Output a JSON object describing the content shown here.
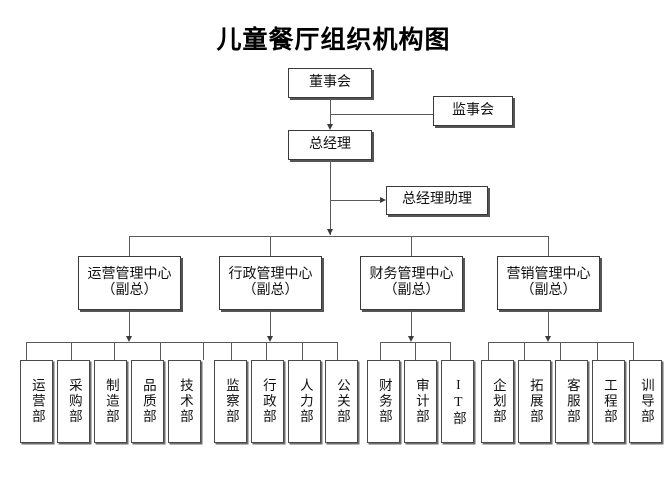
{
  "page": {
    "title": "儿童餐厅组织机构图",
    "background_color": "#ffffff",
    "box_border_color": "#4a4a4a",
    "line_color": "#5a5a5a"
  },
  "nodes": {
    "board": {
      "label": "董事会"
    },
    "supervisors": {
      "label": "监事会"
    },
    "general_manager": {
      "label": "总经理"
    },
    "gm_assistant": {
      "label": "总经理助理"
    }
  },
  "centers": [
    {
      "id": "operations-center",
      "line1": "运营管理中心",
      "line2": "（副总）"
    },
    {
      "id": "administration-center",
      "line1": "行政管理中心",
      "line2": "（副总）"
    },
    {
      "id": "finance-center",
      "line1": "财务管理中心",
      "line2": "（副总）"
    },
    {
      "id": "marketing-center",
      "line1": "营销管理中心",
      "line2": "（副总）"
    }
  ],
  "departments": {
    "operations": [
      "运营部",
      "采购部",
      "制造部",
      "品质部",
      "技术部"
    ],
    "administration": [
      "监察部",
      "行政部",
      "人力部",
      "公关部"
    ],
    "finance": [
      "财务部",
      "审计部",
      "IT部"
    ],
    "marketing": [
      "企划部",
      "拓展部",
      "客服部",
      "工程部",
      "训导部"
    ]
  }
}
